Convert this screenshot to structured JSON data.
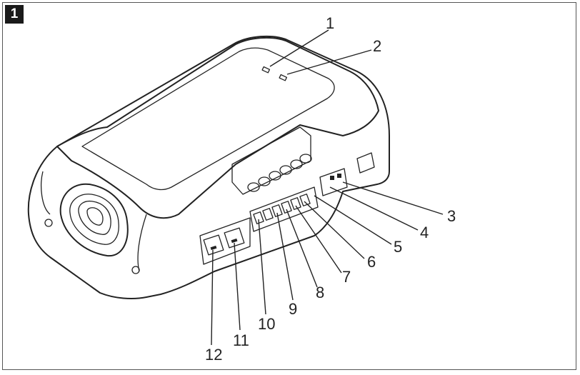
{
  "figure_number": "1",
  "callouts": [
    {
      "id": "1",
      "label": "1"
    },
    {
      "id": "2",
      "label": "2"
    },
    {
      "id": "3",
      "label": "3"
    },
    {
      "id": "4",
      "label": "4"
    },
    {
      "id": "5",
      "label": "5"
    },
    {
      "id": "6",
      "label": "6"
    },
    {
      "id": "7",
      "label": "7"
    },
    {
      "id": "8",
      "label": "8"
    },
    {
      "id": "9",
      "label": "9"
    },
    {
      "id": "10",
      "label": "10"
    },
    {
      "id": "11",
      "label": "11"
    },
    {
      "id": "12",
      "label": "12"
    }
  ],
  "colors": {
    "line": "#222222",
    "background": "#ffffff",
    "badge": "#1a1a1a"
  }
}
